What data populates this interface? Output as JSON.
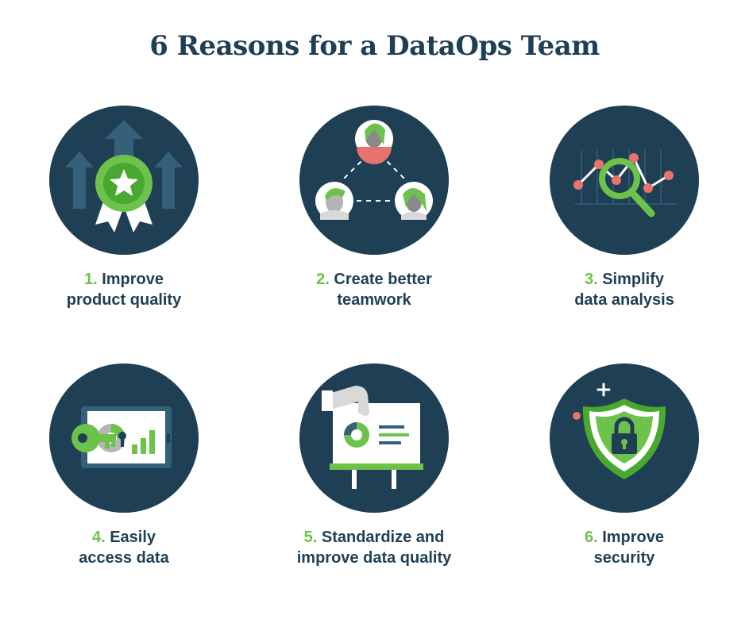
{
  "title": "6 Reasons for a DataOps Team",
  "colors": {
    "navy": "#1f3f55",
    "green": "#6cc24a",
    "coral": "#e8736c",
    "white": "#ffffff"
  },
  "reasons": [
    {
      "number": "1.",
      "line1": "Improve",
      "line2": "product quality",
      "icon": "ribbon-award-icon"
    },
    {
      "number": "2.",
      "line1": "Create better",
      "line2": "teamwork",
      "icon": "team-network-icon"
    },
    {
      "number": "3.",
      "line1": "Simplify",
      "line2": "data analysis",
      "icon": "magnifier-chart-icon"
    },
    {
      "number": "4.",
      "line1": "Easily",
      "line2": "access data",
      "icon": "key-tablet-icon"
    },
    {
      "number": "5.",
      "line1": "Standardize and",
      "line2": "improve data quality",
      "icon": "presentation-board-icon"
    },
    {
      "number": "6.",
      "line1": "Improve",
      "line2": "security",
      "icon": "shield-lock-icon"
    }
  ]
}
